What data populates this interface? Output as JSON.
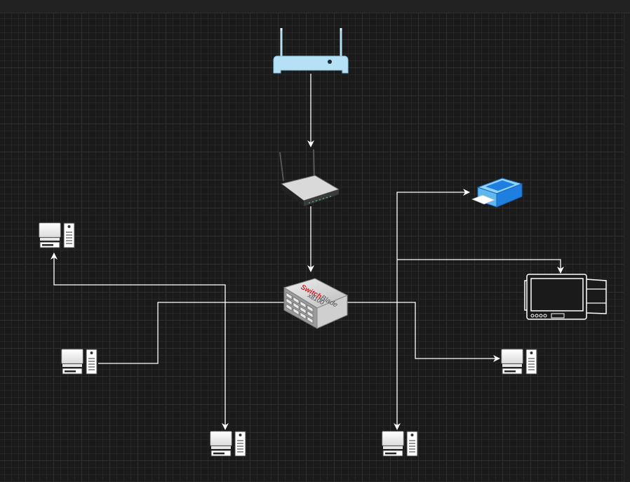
{
  "switch": {
    "brand_red": "Switch",
    "brand_gray": "Blade",
    "model": "x8100"
  },
  "colors": {
    "canvas_bg": "#1a1a1a",
    "connector": "#ffffff",
    "router_blue": "#b5e0f5",
    "printer_blue": "#1f7fe0"
  },
  "icons": [
    "wireless-router-icon",
    "wifi-router-icon",
    "network-switch-icon",
    "printer-icon",
    "tablet-display-icon",
    "workstation-icon"
  ]
}
